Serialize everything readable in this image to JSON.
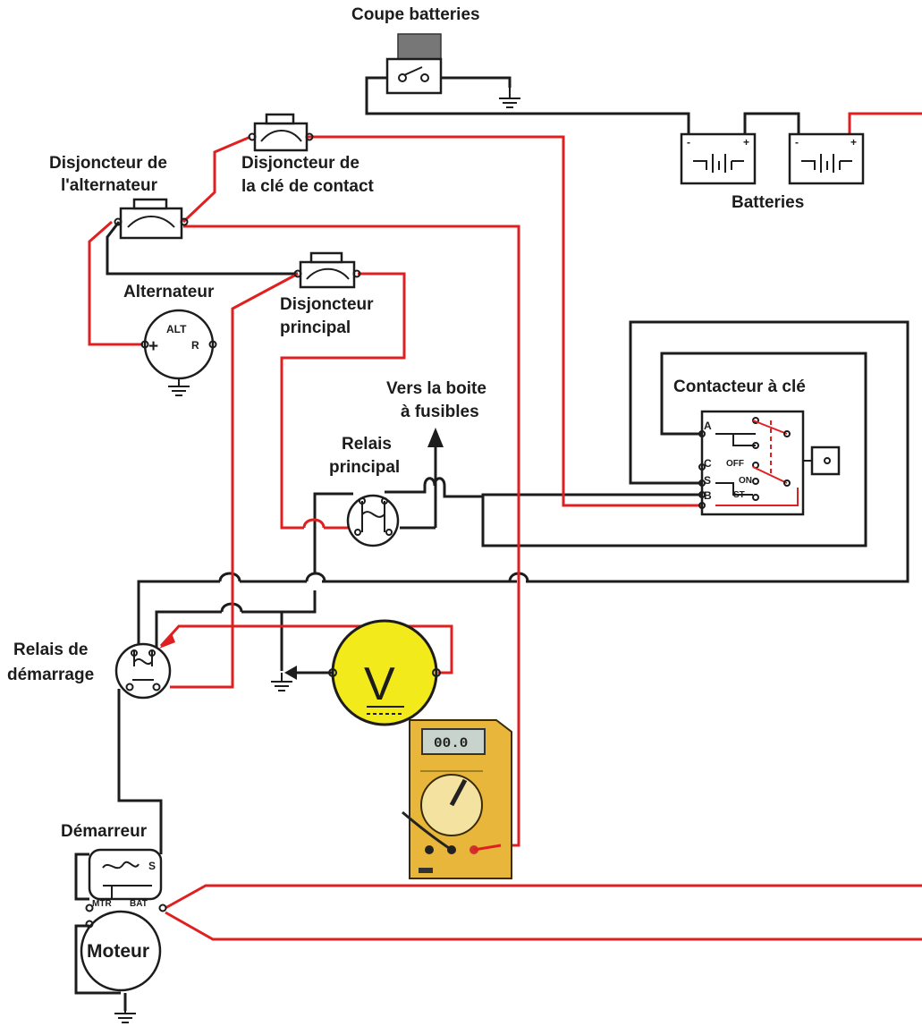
{
  "labels": {
    "coupe_batteries": "Coupe batteries",
    "batteries": "Batteries",
    "disj_alt_1": "Disjoncteur de",
    "disj_alt_2": "l'alternateur",
    "disj_cle_1": "Disjoncteur de",
    "disj_cle_2": "la clé de contact",
    "alternateur": "Alternateur",
    "disj_principal_1": "Disjoncteur",
    "disj_principal_2": "principal",
    "vers_boite_1": "Vers la boite",
    "vers_boite_2": "à fusibles",
    "relais_principal_1": "Relais",
    "relais_principal_2": "principal",
    "contacteur_cle": "Contacteur à clé",
    "relais_demarrage_1": "Relais de",
    "relais_demarrage_2": "démarrage",
    "demarreur": "Démarreur",
    "moteur": "Moteur"
  },
  "alternator": {
    "name": "ALT",
    "plus": "+",
    "r": "R"
  },
  "battery_terminals": {
    "minus": "-",
    "plus": "+"
  },
  "key_switch": {
    "a": "A",
    "c": "C",
    "s": "S",
    "b": "B",
    "off": "OFF",
    "on": "ON",
    "st": "ST"
  },
  "starter": {
    "s": "S",
    "mtr": "MTR",
    "bat": "BAT"
  },
  "voltmeter": {
    "symbol": "V"
  },
  "multimeter": {
    "display": "00.0"
  },
  "colors": {
    "wire_black": "#1c1c1c",
    "wire_red": "#e02020",
    "voltmeter_fill": "#f2ea1a",
    "multimeter_body": "#e7b63b"
  }
}
